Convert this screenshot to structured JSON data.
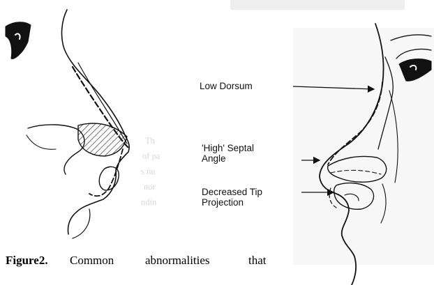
{
  "figure": {
    "labels": {
      "low_dorsum": "Low Dorsum",
      "high_septal_angle": [
        "'High' Septal",
        "Angle"
      ],
      "decreased_tip_projection": [
        "Decreased Tip",
        "Projection"
      ]
    },
    "caption": {
      "figure_number": "Figure2.",
      "words": [
        "Common",
        "abnormalities",
        "that"
      ]
    }
  },
  "bleed_through": {
    "lines": [
      "Th",
      "of pa",
      "s nu",
      "nor",
      "ndin"
    ]
  }
}
